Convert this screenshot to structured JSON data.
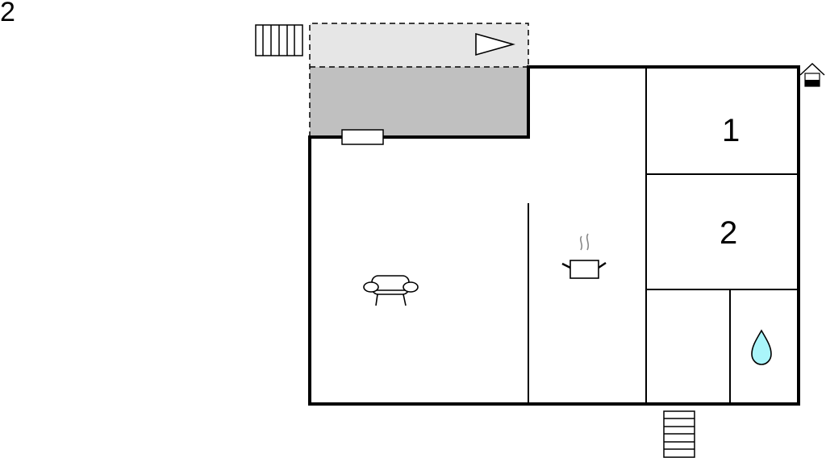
{
  "floor": {
    "label": "2"
  },
  "rooms": [
    {
      "id": "bedroom-1",
      "label": "1"
    },
    {
      "id": "bedroom-2",
      "label": "2"
    }
  ],
  "icons": {
    "stairs_top": "stairs-icon",
    "terrace_arrow": "direction-arrow-icon",
    "entrance": "house-entrance-icon",
    "living_room": "sofa-icon",
    "kitchen": "cooking-pot-icon",
    "bathroom": "water-drop-icon",
    "window": "window-icon",
    "stairs_bottom": "stairs-icon"
  },
  "colors": {
    "wall": "#000000",
    "terrace_light": "#e6e6e6",
    "terrace_dark": "#c0c0c0",
    "water_drop": "#aaf5fa",
    "steam": "#888888"
  }
}
